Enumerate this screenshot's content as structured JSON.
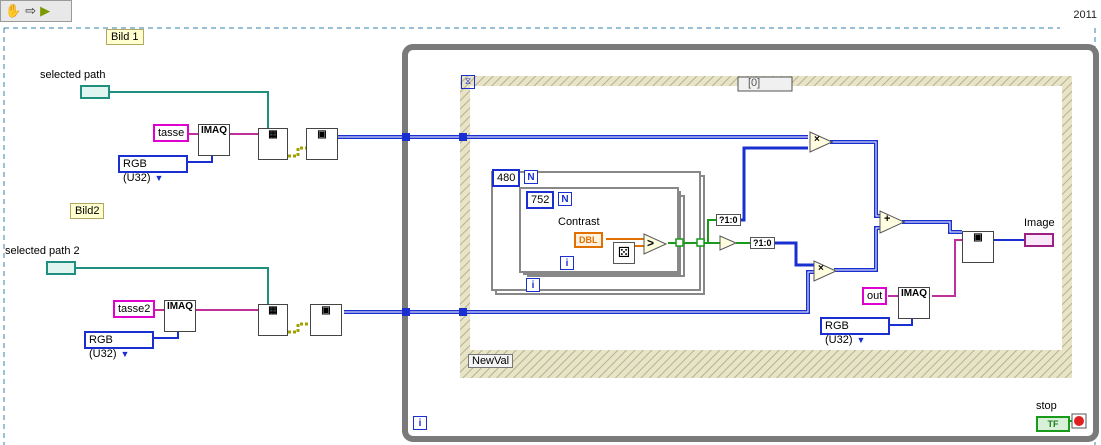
{
  "toolbar": {
    "icons": [
      "hand-icon",
      "arrow-right-icon",
      "run-arrow-icon"
    ]
  },
  "year_label": "2011",
  "notes": {
    "bild1": "Bild 1",
    "bild2": "Bild2"
  },
  "controls": {
    "selected_path": "selected path",
    "selected_path_2": "selected path 2",
    "image_indicator": "Image",
    "stop": "stop",
    "stop_button_label": "TF"
  },
  "constants": {
    "tasse": "tasse",
    "tasse2": "tasse2",
    "out": "out",
    "rgb_top": "RGB (U32)",
    "rgb_bottom": "RGB (U32)",
    "rgb_right": "RGB (U32)",
    "n_outer": "480",
    "n_inner": "752",
    "dbl": "DBL"
  },
  "nodes": {
    "imaq_label": "IMAQ",
    "contrast_label": "Contrast",
    "case_selector": "[0]",
    "newval": "NewVal",
    "n_terminal": "N",
    "i_terminal": "i",
    "select_1": "?1:0",
    "select_2": "?1:0",
    "multiply_1": "×",
    "multiply_2": "×",
    "add": "+",
    "greater": ">"
  },
  "colors": {
    "wire_blue": "#1a2fd0",
    "wire_pink": "#c0309a",
    "wire_teal": "#1f8f80",
    "wire_green": "#1a9a1a",
    "wire_orange": "#e07000",
    "structure_gray": "#7a7a7a"
  }
}
